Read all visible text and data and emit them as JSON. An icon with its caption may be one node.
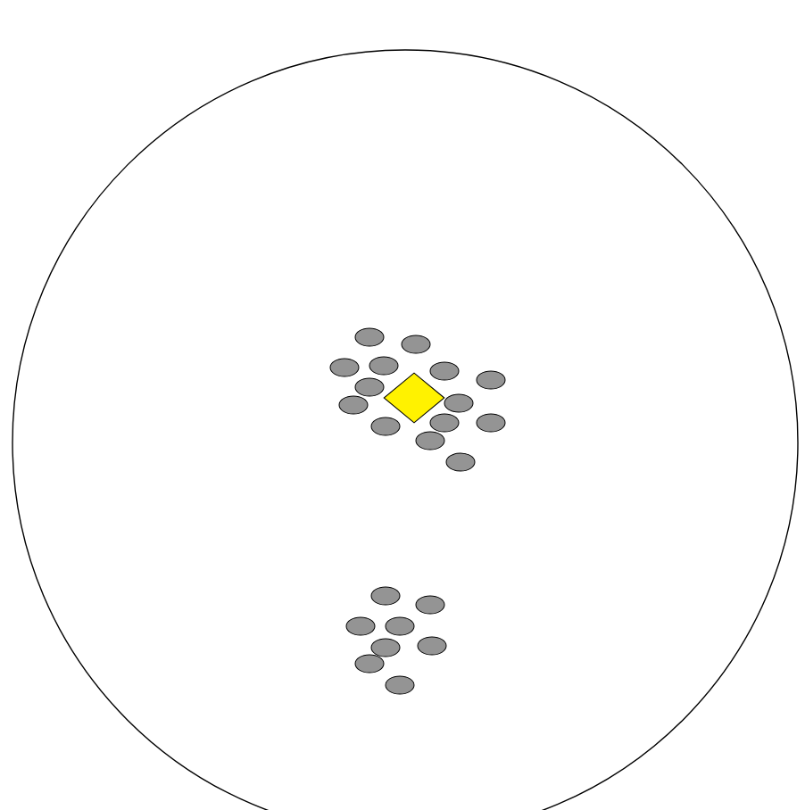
{
  "diagram": {
    "nodes": [
      {
        "text": [],
        "shape": "circle"
      },
      {
        "text": [],
        "shape": "ellipse",
        "in": 0
      },
      {
        "text": [],
        "shape": "ellipse",
        "in": 0
      },
      {
        "text": [],
        "shape": "ellipse",
        "in": 0
      },
      {
        "text": [],
        "shape": "ellipse",
        "in": 0
      },
      {
        "text": [],
        "shape": "ellipse",
        "in": 0
      },
      {
        "text": [],
        "shape": "ellipse",
        "in": 0
      },
      {
        "text": [],
        "shape": "ellipse",
        "in": 0
      },
      {
        "text": [],
        "shape": "ellipse",
        "in": 0
      },
      {
        "text": [],
        "shape": "ellipse",
        "in": 0
      },
      {
        "text": [],
        "shape": "ellipse",
        "in": 0
      },
      {
        "text": [],
        "shape": "ellipse",
        "in": 0
      },
      {
        "text": [],
        "shape": "ellipse",
        "in": 0
      },
      {
        "text": [],
        "shape": "ellipse",
        "in": 0
      },
      {
        "text": [],
        "shape": "ellipse",
        "in": 0
      },
      {
        "text": [],
        "shape": "diamond",
        "in": 0
      },
      {
        "text": [],
        "shape": "ellipse",
        "in": 0
      },
      {
        "text": [],
        "shape": "ellipse",
        "in": 0
      },
      {
        "text": [],
        "shape": "ellipse",
        "in": 0
      },
      {
        "text": [],
        "shape": "ellipse",
        "in": 0
      },
      {
        "text": [],
        "shape": "ellipse",
        "in": 0
      },
      {
        "text": [],
        "shape": "ellipse",
        "in": 0
      },
      {
        "text": [],
        "shape": "ellipse",
        "in": 0
      },
      {
        "text": [],
        "shape": "ellipse",
        "in": 0
      }
    ]
  }
}
